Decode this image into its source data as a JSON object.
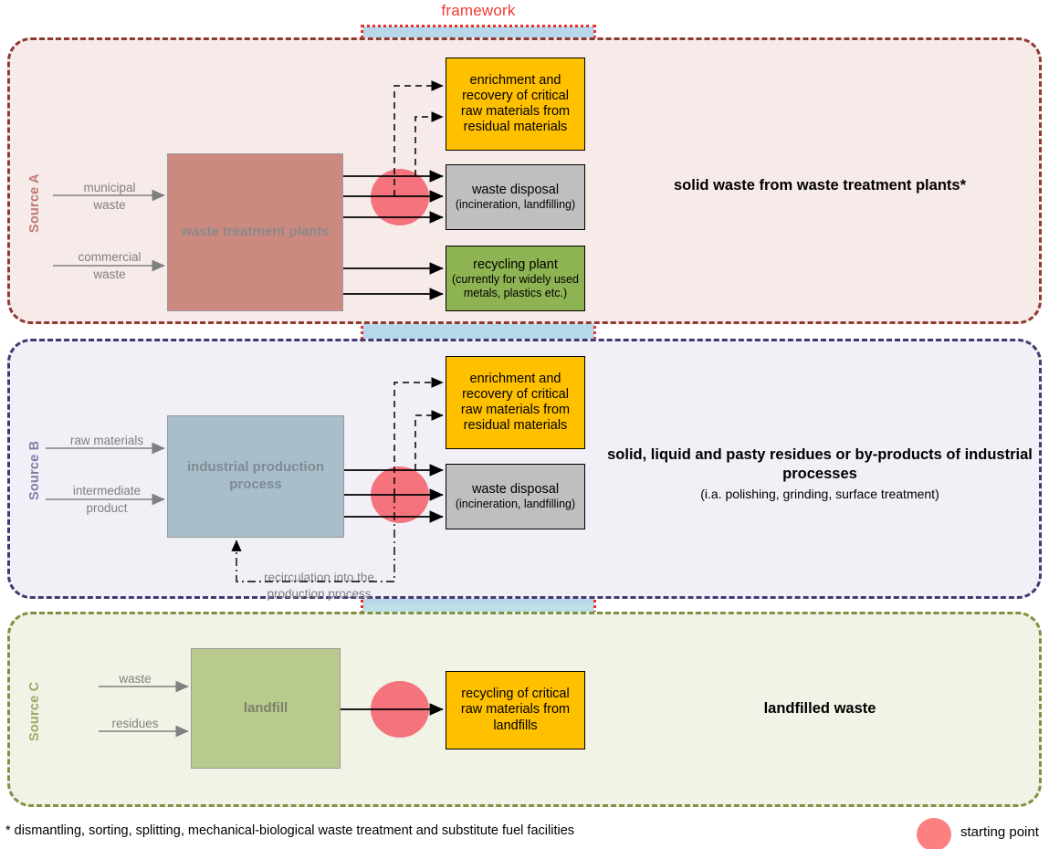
{
  "framework": {
    "label": "framework"
  },
  "sources": [
    {
      "id": "a",
      "title": "Source A",
      "process": "waste treatment plants",
      "inputs": [
        {
          "line1": "municipal",
          "line2": "waste"
        },
        {
          "line1": "commercial",
          "line2": "waste"
        }
      ],
      "targets": [
        {
          "title": "enrichment and recovery of critical raw materials from residual materials",
          "sub": "",
          "color": "#ffc000"
        },
        {
          "title": "waste disposal",
          "sub": "(incineration, landfilling)",
          "color": "#bfbfbf"
        },
        {
          "title": "recycling plant",
          "sub": "(currently for widely used metals, plastics etc.)",
          "color": "#8db352"
        }
      ],
      "summary_main": "solid waste from waste treatment plants*",
      "summary_sub": ""
    },
    {
      "id": "b",
      "title": "Source B",
      "process": "industrial production process",
      "inputs": [
        {
          "line1": "raw materials",
          "line2": ""
        },
        {
          "line1": "intermediate",
          "line2": "product"
        }
      ],
      "targets": [
        {
          "title": "enrichment and recovery of critical raw materials from residual materials",
          "sub": "",
          "color": "#ffc000"
        },
        {
          "title": "waste disposal",
          "sub": "(incineration, landfilling)",
          "color": "#bfbfbf"
        }
      ],
      "recirculation_label_line1": "recirculation into the",
      "recirculation_label_line2": "production process",
      "summary_main": "solid, liquid and pasty residues or by-products of industrial processes",
      "summary_sub": "(i.a. polishing, grinding, surface treatment)"
    },
    {
      "id": "c",
      "title": "Source C",
      "process": "landfill",
      "inputs": [
        {
          "line1": "waste",
          "line2": ""
        },
        {
          "line1": "residues",
          "line2": ""
        }
      ],
      "targets": [
        {
          "title": "recycling of critical raw materials from landfills",
          "sub": "",
          "color": "#ffc000"
        }
      ],
      "summary_main": "landfilled waste",
      "summary_sub": ""
    }
  ],
  "footnote": "* dismantling, sorting, splitting, mechanical-biological waste treatment and substitute fuel facilities",
  "legend": {
    "starting_point": "starting point"
  },
  "colors": {
    "framework_band": "#b7d7ea",
    "framework_outline": "#e8312a",
    "source_a_border": "#8c3b32",
    "source_a_fill": "#f7ebe9",
    "source_b_border": "#413a72",
    "source_b_fill": "#f1f0f7",
    "source_c_border": "#7d9243",
    "source_c_fill": "#f0f3e5",
    "starting_point": "#f4737d",
    "orange": "#ffc000",
    "grey": "#bfbfbf",
    "green": "#8db352",
    "waste_plant": "#cc8980",
    "industrial": "#a8bfcb",
    "landfill": "#b9cb8c"
  }
}
